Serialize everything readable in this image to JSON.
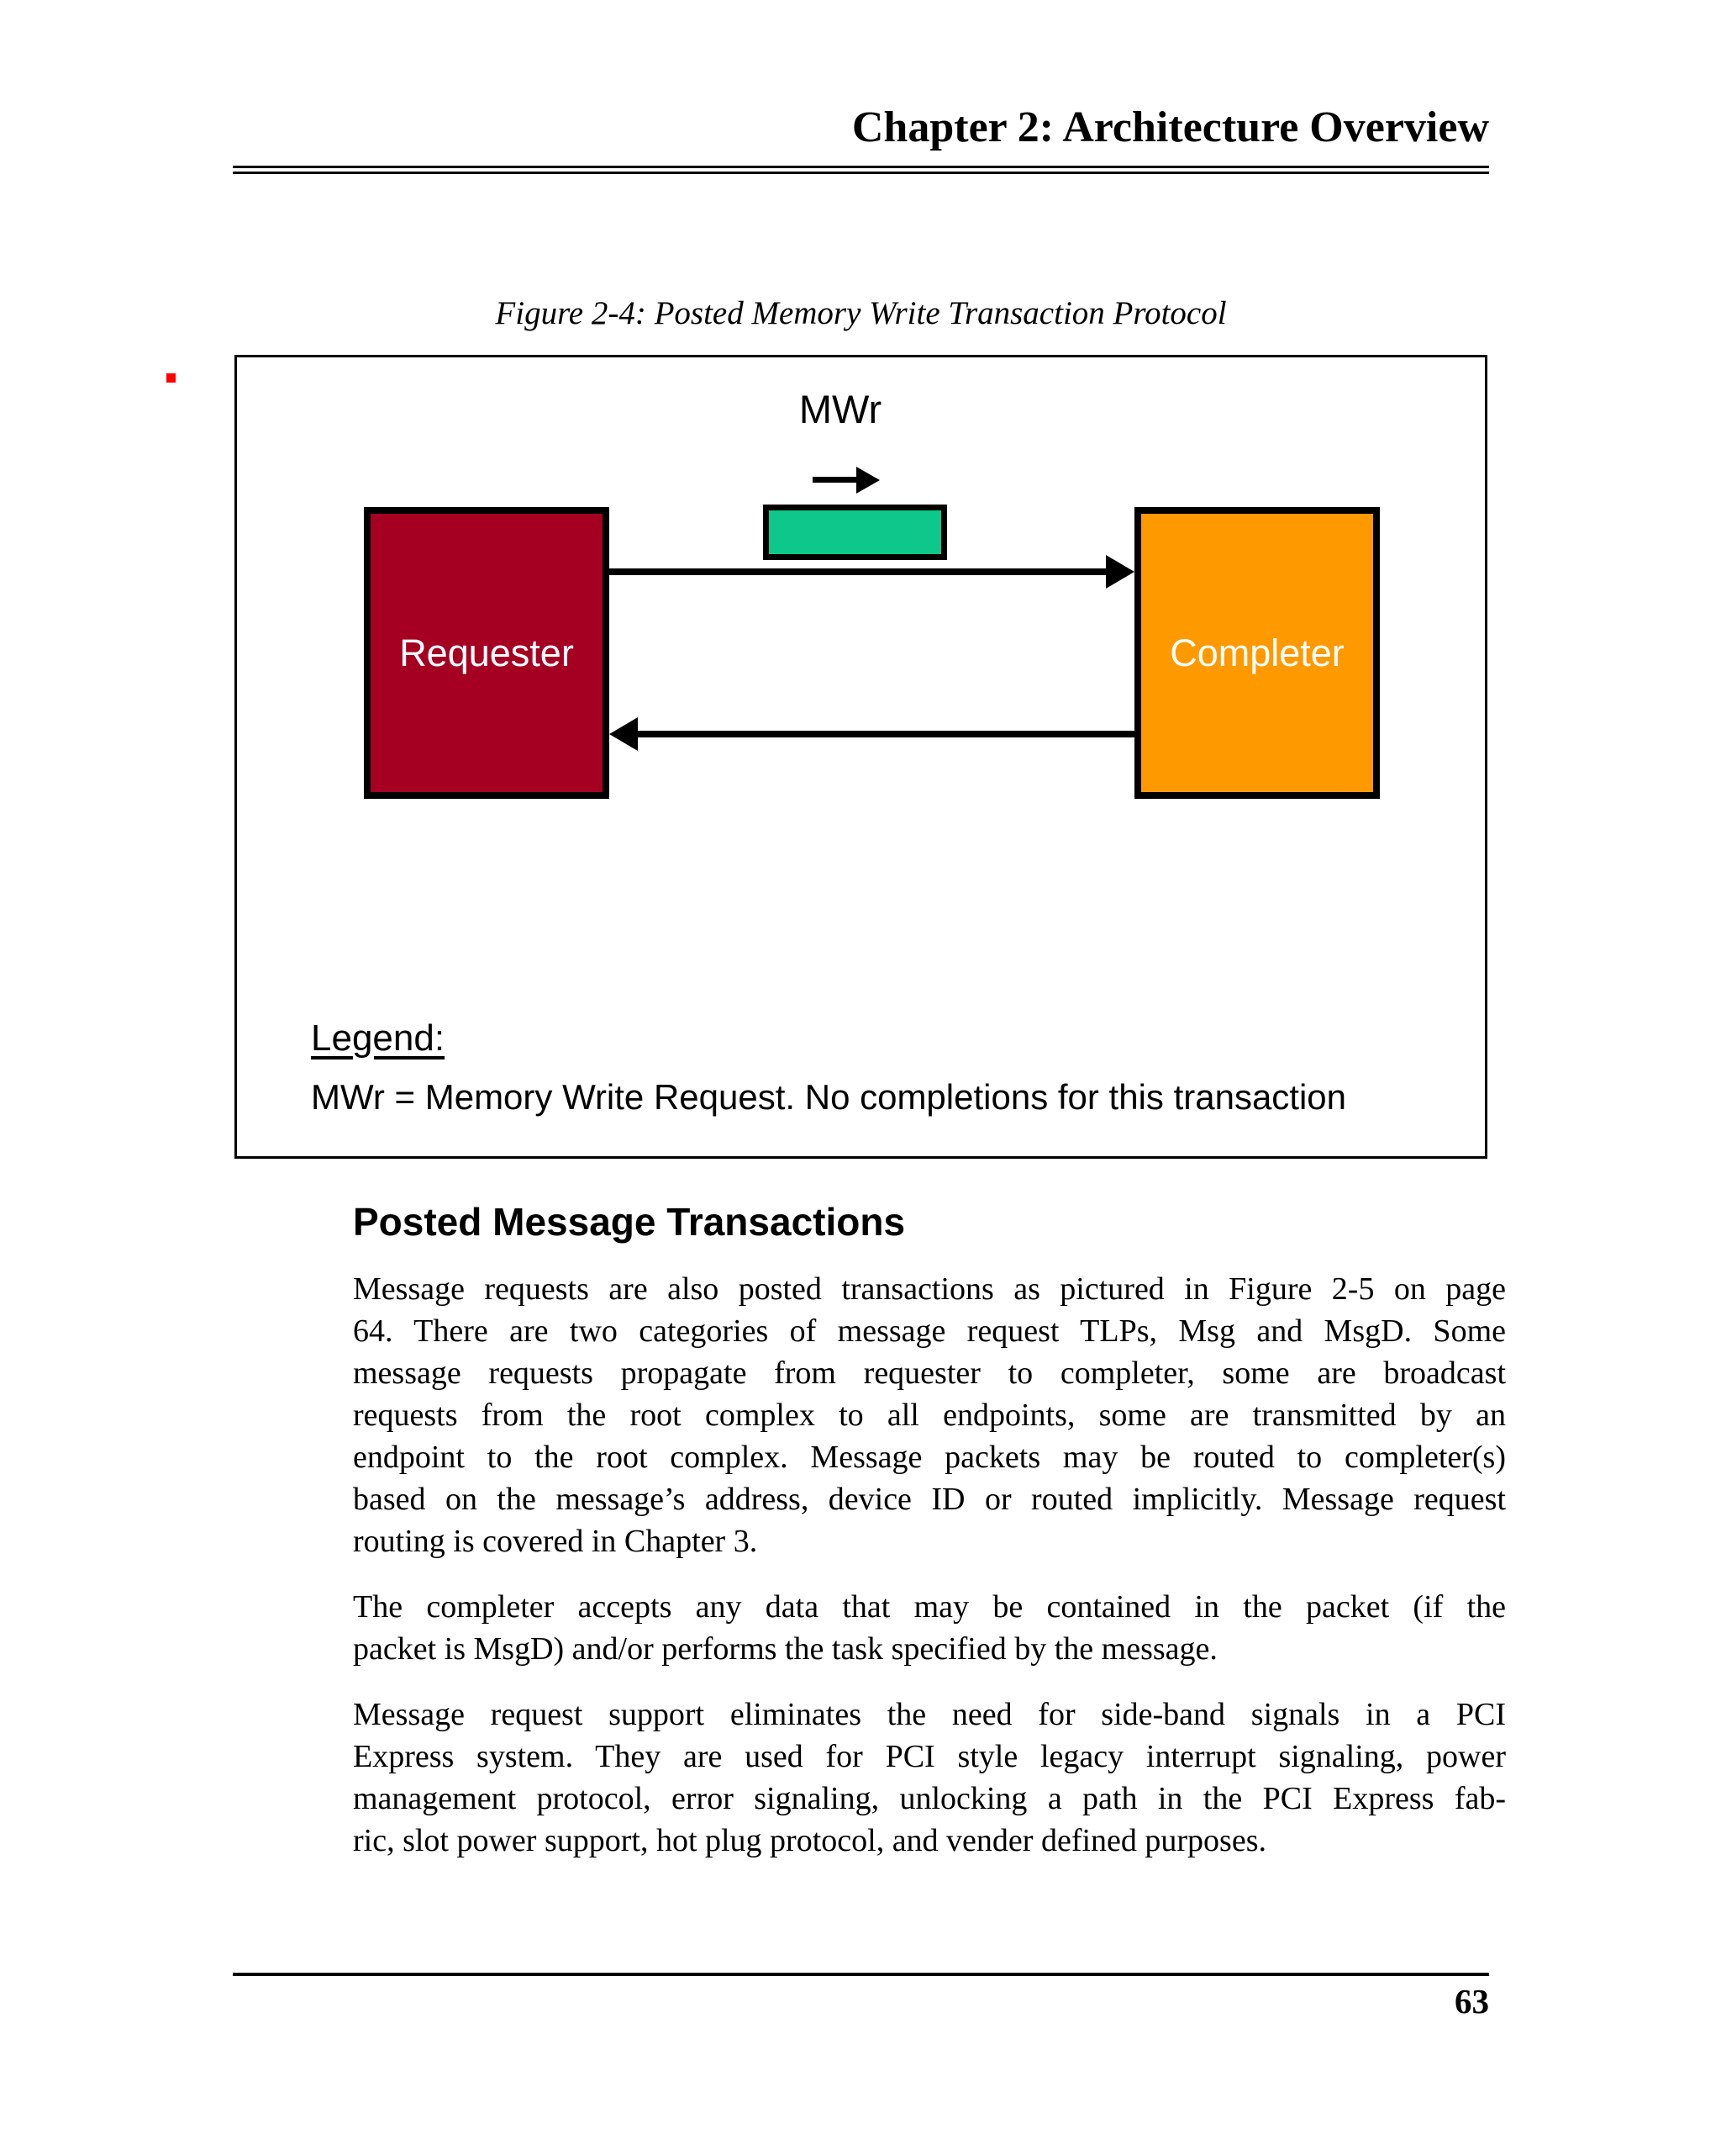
{
  "page": {
    "header_title": "Chapter 2: Architecture Overview",
    "page_number": "63"
  },
  "figure": {
    "caption": "Figure 2-4: Posted Memory Write Transaction Protocol",
    "mwr_label": "MWr",
    "requester_label": "Requester",
    "completer_label": "Completer",
    "legend_title": "Legend:",
    "legend_text": "MWr = Memory Write Request. No completions for this transaction",
    "colors": {
      "requester_fill": "#A50021",
      "completer_fill": "#FF9900",
      "packet_fill": "#0DC78B",
      "marker_red": "#FF0000"
    }
  },
  "section": {
    "heading": "Posted Message Transactions",
    "paragraphs": [
      {
        "lines": [
          "Message requests are also posted transactions as pictured in Figure 2-5 on page",
          "64. There are two categories of message request TLPs, Msg and MsgD. Some",
          "message requests propagate from requester to completer, some are broadcast",
          "requests from the root complex to all endpoints, some are transmitted by an",
          "endpoint to the root complex. Message packets may be routed to completer(s)",
          "based on the message’s address, device ID or routed implicitly. Message request",
          "routing is covered in Chapter 3."
        ]
      },
      {
        "lines": [
          "The completer accepts any data that may be contained in the packet (if the",
          "packet is MsgD) and/or performs the task specified by the message."
        ]
      },
      {
        "lines": [
          "Message request support eliminates the need for side-band signals in a PCI",
          "Express system. They are used for PCI style legacy interrupt signaling, power",
          "management protocol, error signaling, unlocking a path in the PCI Express fab-",
          "ric, slot power support, hot plug protocol, and vender defined purposes."
        ]
      }
    ]
  }
}
